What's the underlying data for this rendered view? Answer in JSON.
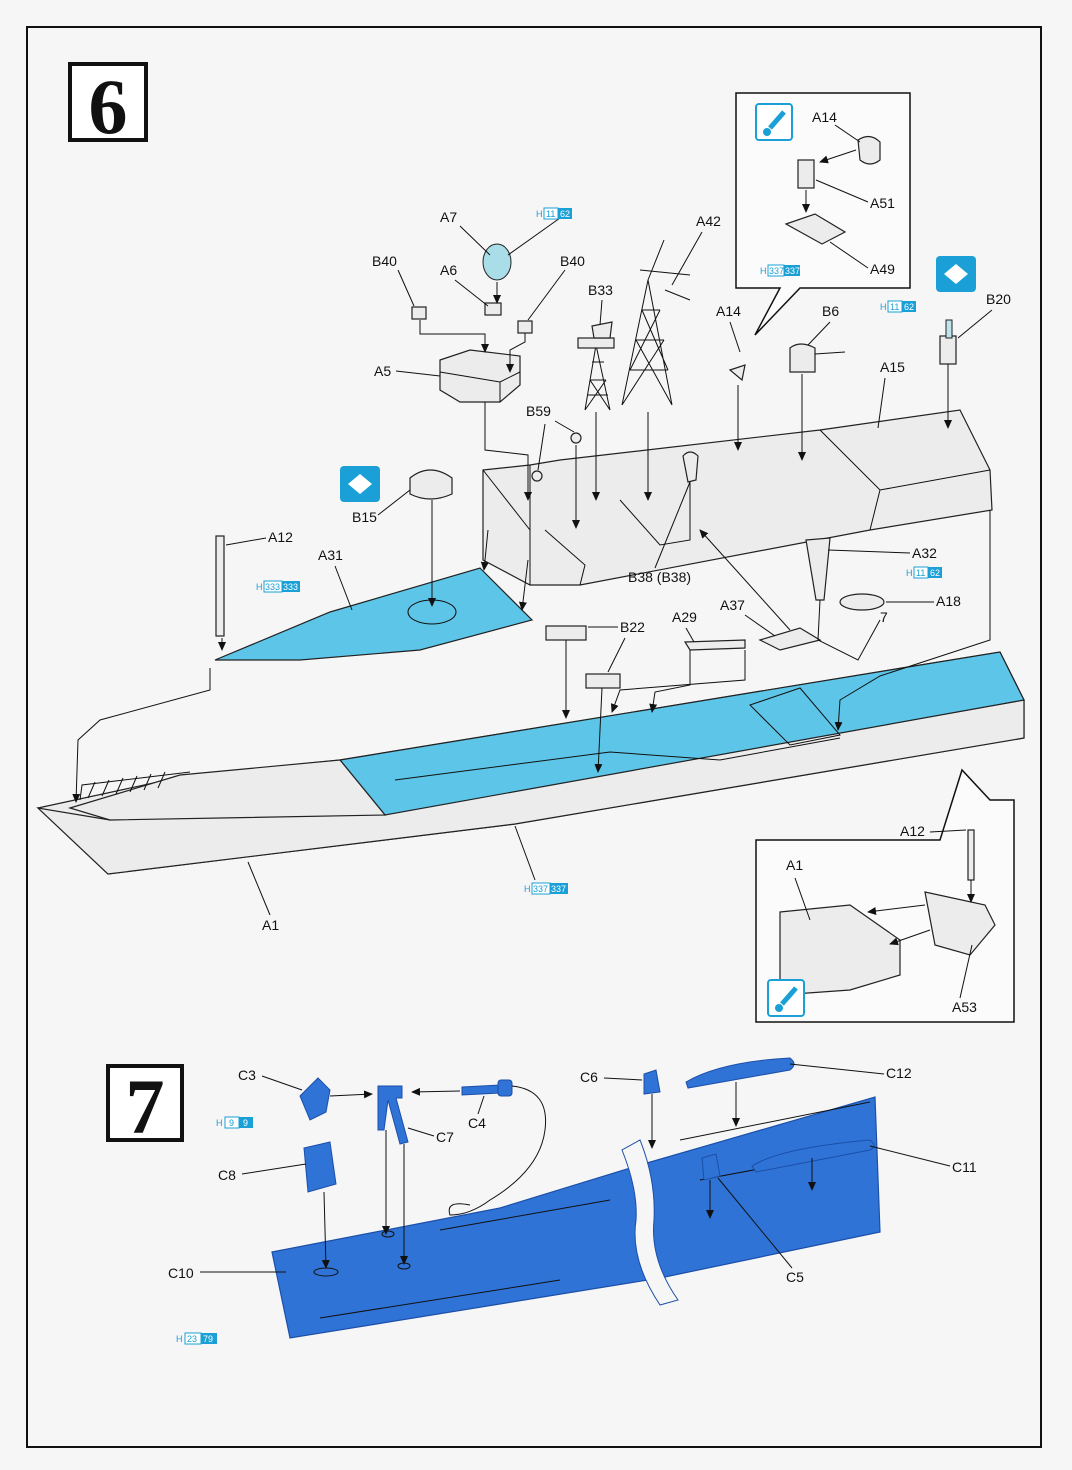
{
  "steps": {
    "six": "6",
    "seven": "7"
  },
  "paint_code_h": "H",
  "step6": {
    "labels": {
      "a7": "A7",
      "a7_code_a": "11",
      "a7_code_b": "62",
      "b40_left": "B40",
      "b40_right": "B40",
      "a6": "A6",
      "a5": "A5",
      "b33": "B33",
      "a42": "A42",
      "a14_main": "A14",
      "b6": "B6",
      "a15": "A15",
      "b20": "B20",
      "b20_code_a": "11",
      "b20_code_b": "62",
      "b59": "B59",
      "b15": "B15",
      "a12_main": "A12",
      "a31": "A31",
      "a31_code_a": "333",
      "a31_code_b": "333",
      "b38": "B38 (B38)",
      "a32": "A32",
      "a18": "A18",
      "a18_code_a": "11",
      "a18_code_b": "62",
      "a18_num": "7",
      "b22": "B22",
      "a29": "A29",
      "a37": "A37",
      "a1_main": "A1",
      "a1_code_a": "337",
      "a1_code_b": "337"
    },
    "inset_top": {
      "a14": "A14",
      "a51": "A51",
      "a49": "A49",
      "a49_code_a": "337",
      "a49_code_b": "337"
    },
    "inset_bottom": {
      "a12": "A12",
      "a1": "A1",
      "a53": "A53"
    }
  },
  "step7": {
    "labels": {
      "c3": "C3",
      "c3_code_a": "9",
      "c3_code_b": "9",
      "c4": "C4",
      "c7": "C7",
      "c8": "C8",
      "c6": "C6",
      "c12": "C12",
      "c11": "C11",
      "c10": "C10",
      "c10_code_a": "23",
      "c10_code_b": "79",
      "c5": "C5"
    }
  },
  "colors": {
    "deck_blue": "#5dc6e8",
    "hull_blue": "#2f73d6",
    "hull_grey": "#ececec",
    "paint_chip": "#1aa0d6",
    "outline": "#111111"
  },
  "icons": [
    "flip-icon",
    "glue-icon"
  ]
}
